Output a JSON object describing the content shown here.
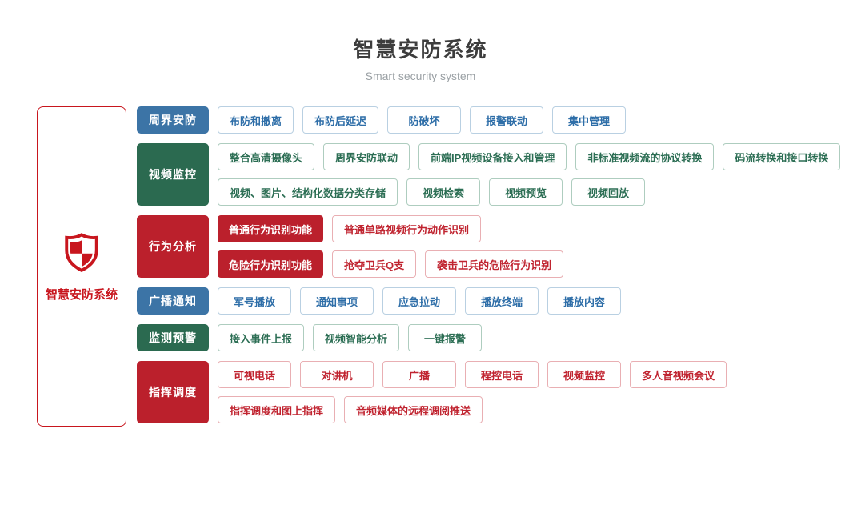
{
  "header": {
    "title": "智慧安防系统",
    "subtitle": "Smart security system"
  },
  "root_node": {
    "label": "智慧安防系统",
    "icon": "shield-icon",
    "color": "#c8161e"
  },
  "colors": {
    "blue": {
      "fill": "#3c74a6",
      "text": "#2e6ea8",
      "border": "#b9d0e2"
    },
    "green": {
      "fill": "#2b6a50",
      "text": "#2c6e54",
      "border": "#aecdbf"
    },
    "red": {
      "fill": "#bb202c",
      "text": "#c02430",
      "border": "#e9afb3"
    }
  },
  "categories": [
    {
      "label": "周界安防",
      "color": "blue",
      "rows": [
        [
          {
            "label": "布防和撤离"
          },
          {
            "label": "布防后延迟"
          },
          {
            "label": "防破坏"
          },
          {
            "label": "报警联动"
          },
          {
            "label": "集中管理"
          }
        ]
      ]
    },
    {
      "label": "视频监控",
      "color": "green",
      "rows": [
        [
          {
            "label": "整合高清摄像头"
          },
          {
            "label": "周界安防联动"
          },
          {
            "label": "前端IP视频设备接入和管理"
          },
          {
            "label": "非标准视频流的协议转换"
          },
          {
            "label": "码流转换和接口转换"
          }
        ],
        [
          {
            "label": "视频、图片、结构化数据分类存储"
          },
          {
            "label": "视频检索"
          },
          {
            "label": "视频预览"
          },
          {
            "label": "视频回放"
          }
        ]
      ]
    },
    {
      "label": "行为分析",
      "color": "red",
      "rows": [
        [
          {
            "label": "普通行为识别功能",
            "solid": true
          },
          {
            "label": "普通单路视频行为动作识别"
          }
        ],
        [
          {
            "label": "危险行为识别功能",
            "solid": true
          },
          {
            "label": "抢夺卫兵Q支"
          },
          {
            "label": "袭击卫兵的危险行为识别"
          }
        ]
      ]
    },
    {
      "label": "广播通知",
      "color": "blue",
      "rows": [
        [
          {
            "label": "军号播放"
          },
          {
            "label": "通知事项"
          },
          {
            "label": "应急拉动"
          },
          {
            "label": "播放终端"
          },
          {
            "label": "播放内容"
          }
        ]
      ]
    },
    {
      "label": "监测预警",
      "color": "green",
      "rows": [
        [
          {
            "label": "接入事件上报"
          },
          {
            "label": "视频智能分析"
          },
          {
            "label": "一键报警"
          }
        ]
      ]
    },
    {
      "label": "指挥调度",
      "color": "red",
      "rows": [
        [
          {
            "label": "可视电话"
          },
          {
            "label": "对讲机"
          },
          {
            "label": "广播"
          },
          {
            "label": "程控电话"
          },
          {
            "label": "视频监控"
          },
          {
            "label": "多人音视频会议"
          }
        ],
        [
          {
            "label": "指挥调度和图上指挥"
          },
          {
            "label": "音频媒体的远程调阅推送"
          }
        ]
      ]
    }
  ]
}
